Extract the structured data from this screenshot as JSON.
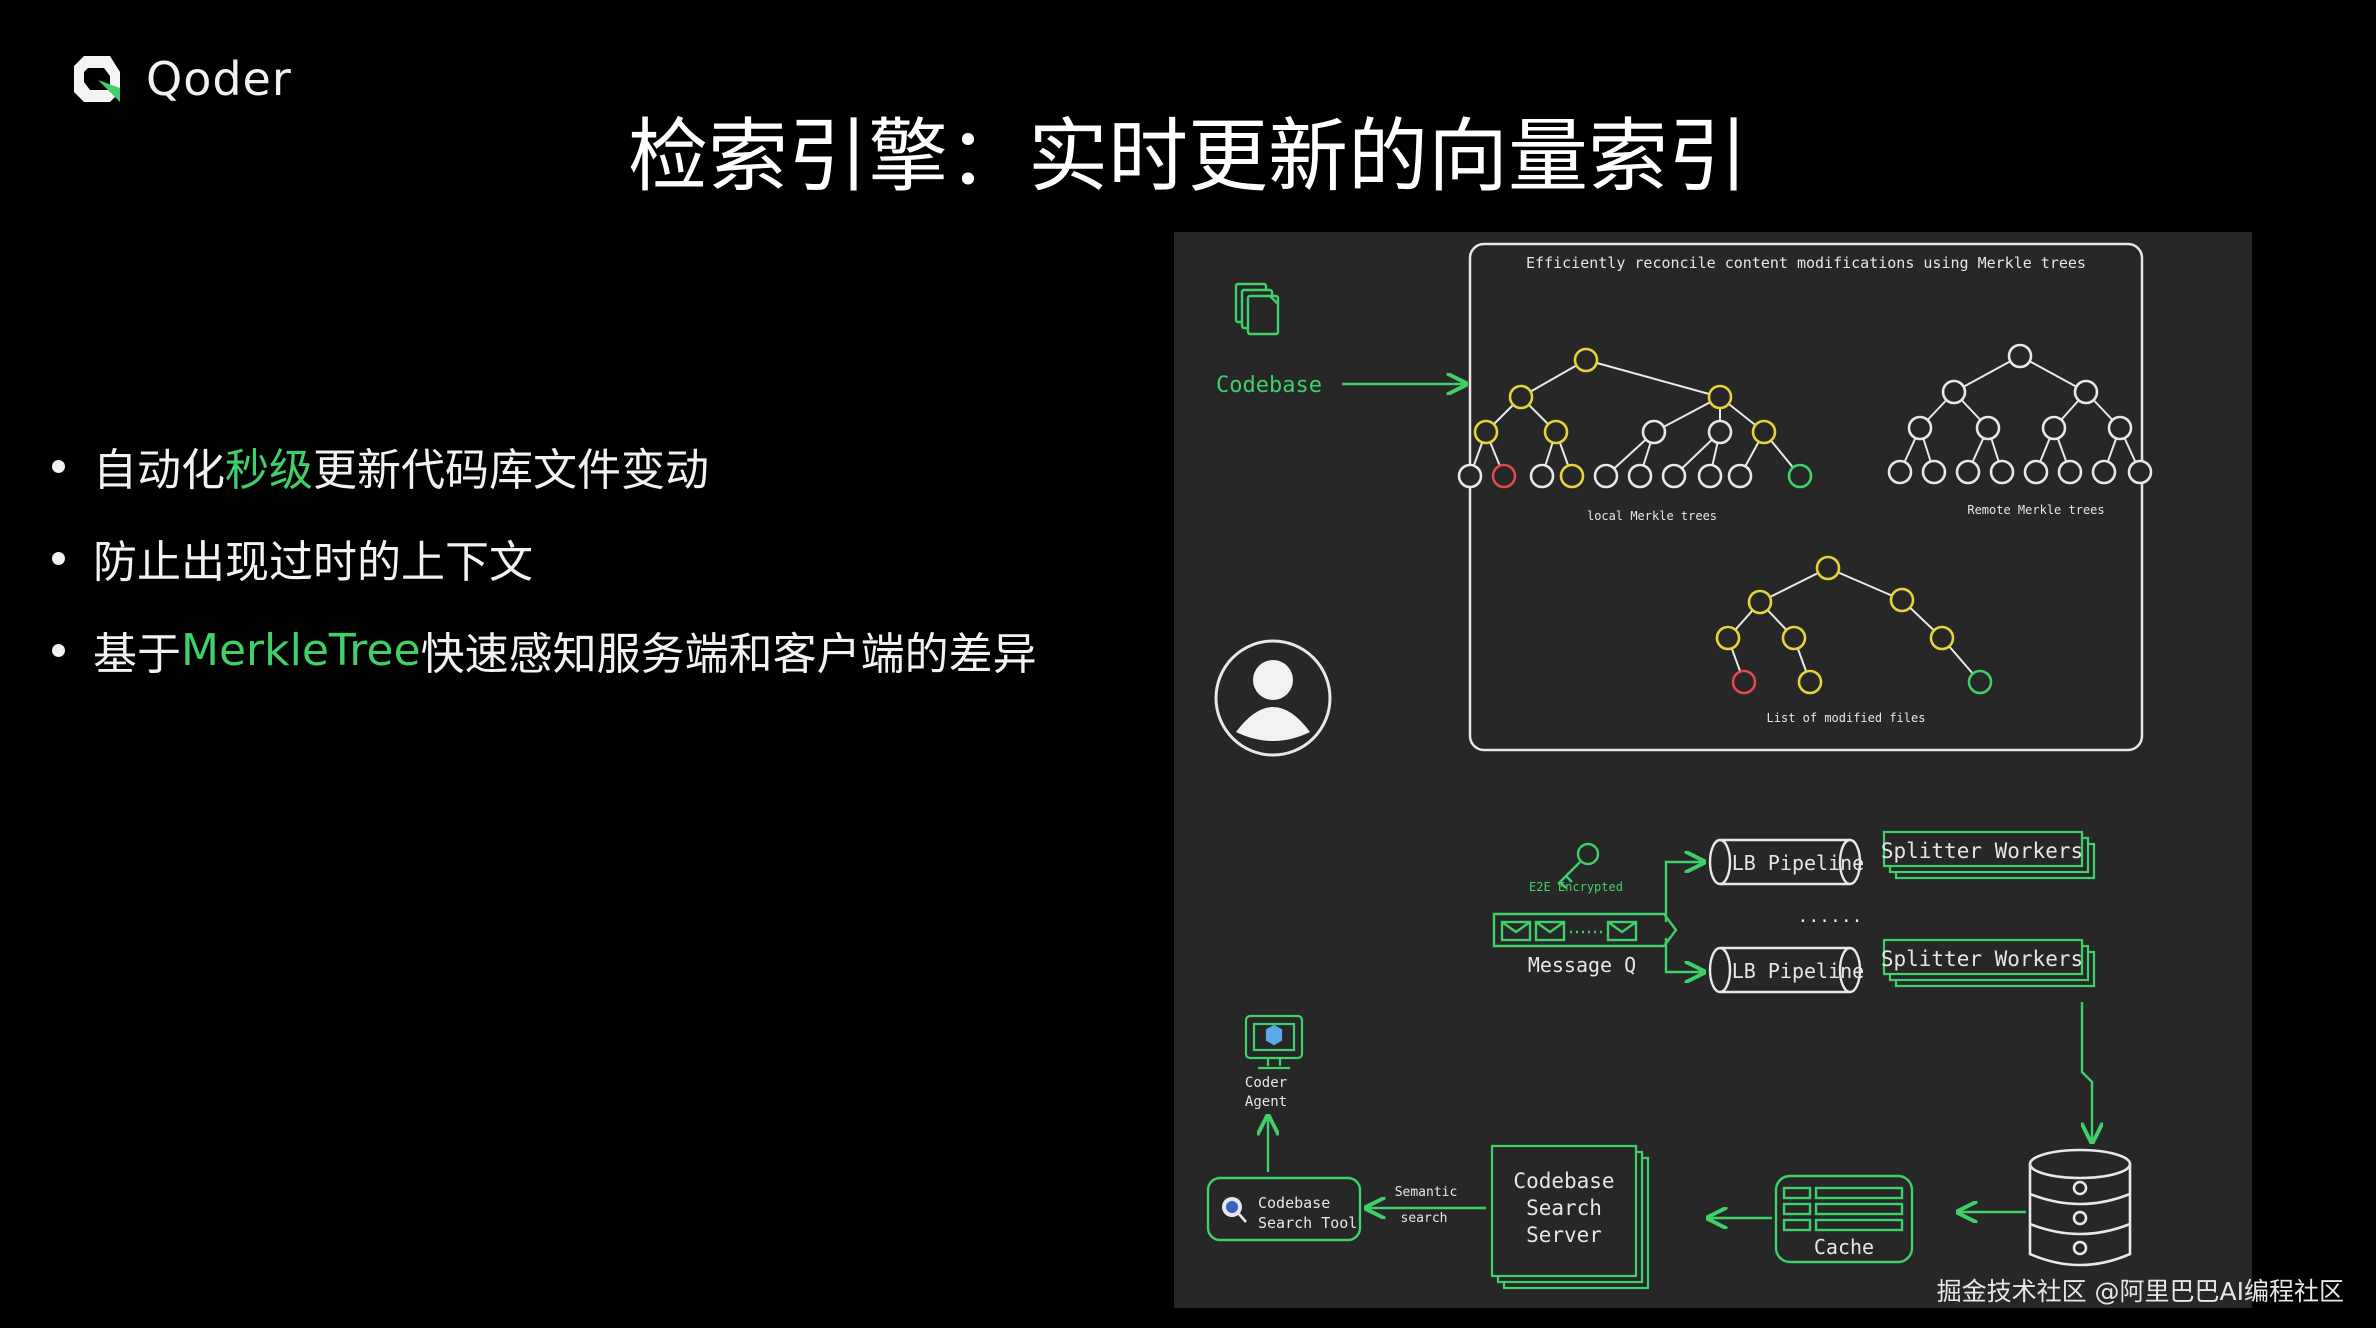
{
  "brand": {
    "name": "Qoder",
    "logo_icon": "qoder-logo-icon",
    "accent": "#3fd06a"
  },
  "slide": {
    "title": "检索引擎：实时更新的向量索引"
  },
  "bullets": [
    {
      "pre": "自动化",
      "highlight": "秒级",
      "post": "更新代码库文件变动"
    },
    {
      "pre": "防止出现过时的上下文",
      "highlight": "",
      "post": ""
    },
    {
      "pre": "基于",
      "highlight": "MerkleTree",
      "post": "快速感知服务端和客户端的差异"
    }
  ],
  "diagram": {
    "box_title": "Efficiently reconcile content modifications using Merkle trees",
    "codebase_label": "Codebase",
    "local_tree_label": "local Merkle trees",
    "remote_tree_label": "Remote Merkle trees",
    "modified_label": "List of modified files",
    "e2e_label": "E2E Encrypted",
    "queue_label": "Message Q",
    "pipeline_1": "LB Pipeline",
    "pipeline_2": "LB Pipeline",
    "ellipsis": "......",
    "splitter_1": "Splitter Workers",
    "splitter_2": "Splitter Workers",
    "coder_agent": [
      "Coder",
      "Agent"
    ],
    "search_tool": [
      "Codebase",
      "Search Tool"
    ],
    "semantic_search": [
      "Semantic",
      "search"
    ],
    "search_server": [
      "Codebase",
      "Search",
      "Server"
    ],
    "cache_label": "Cache",
    "colors": {
      "line": "#3fd06a",
      "changed": "#e6d43a",
      "deleted": "#e04a4a",
      "added": "#3fd06a",
      "node": "#e8e8e8"
    }
  },
  "watermark": "掘金技术社区 @阿里巴巴AI编程社区"
}
